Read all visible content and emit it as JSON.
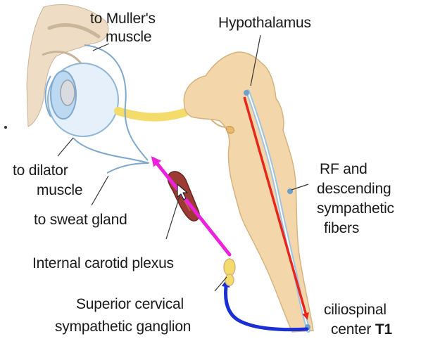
{
  "labels": {
    "muller_line1": "to Muller's",
    "muller_line2": "muscle",
    "hypothalamus": "Hypothalamus",
    "dilator_line1": "to dilator",
    "dilator_line2": "muscle",
    "sweat_gland": "to sweat gland",
    "carotid_plexus": "Internal carotid plexus",
    "rf_line1": "RF and",
    "rf_line2": "descending",
    "rf_line3": "sympathetic",
    "rf_line4": "fibers",
    "scg_line1": "Superior cervical",
    "scg_line2": "sympathetic ganglion",
    "cilio_line1": "ciliospinal",
    "cilio_line2_prefix": "center ",
    "cilio_line2_bold": "T1"
  },
  "colors": {
    "first_order_neuron": "#e8261c",
    "second_order_neuron": "#1a2fd6",
    "third_order_neuron": "#ee22dd",
    "brainstem": "#f3d7ab",
    "eye": "#bcd9f1",
    "carotid_artery": "#9c3a34",
    "optic_nerve": "#f4dc6c"
  },
  "icons": [
    "mouse-cursor-icon"
  ]
}
